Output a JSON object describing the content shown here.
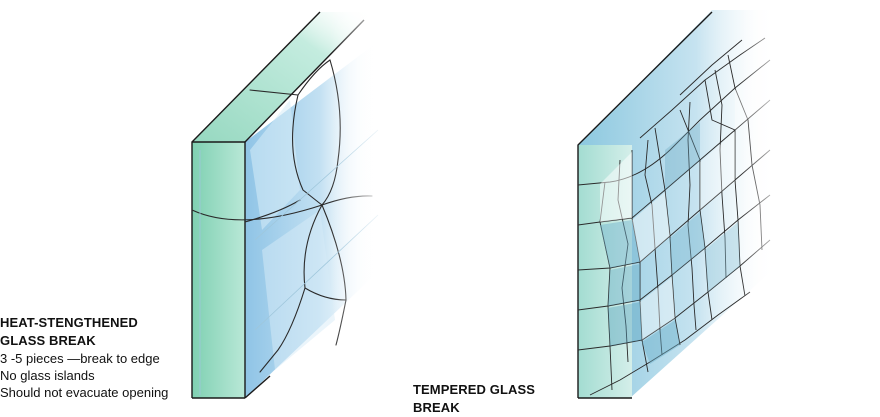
{
  "heat_strengthened": {
    "title_line1": "HEAT-STENGTHENED",
    "title_line2": "GLASS BREAK",
    "details": [
      "3 -5 pieces —break to edge",
      "No glass islands",
      "Should not evacuate opening"
    ]
  },
  "tempered": {
    "title": "TEMPERED GLASS BREAK"
  },
  "colors": {
    "edge_green": "#9be0c4",
    "face_blue": "#b7dbef",
    "line": "#1a1a1a"
  }
}
